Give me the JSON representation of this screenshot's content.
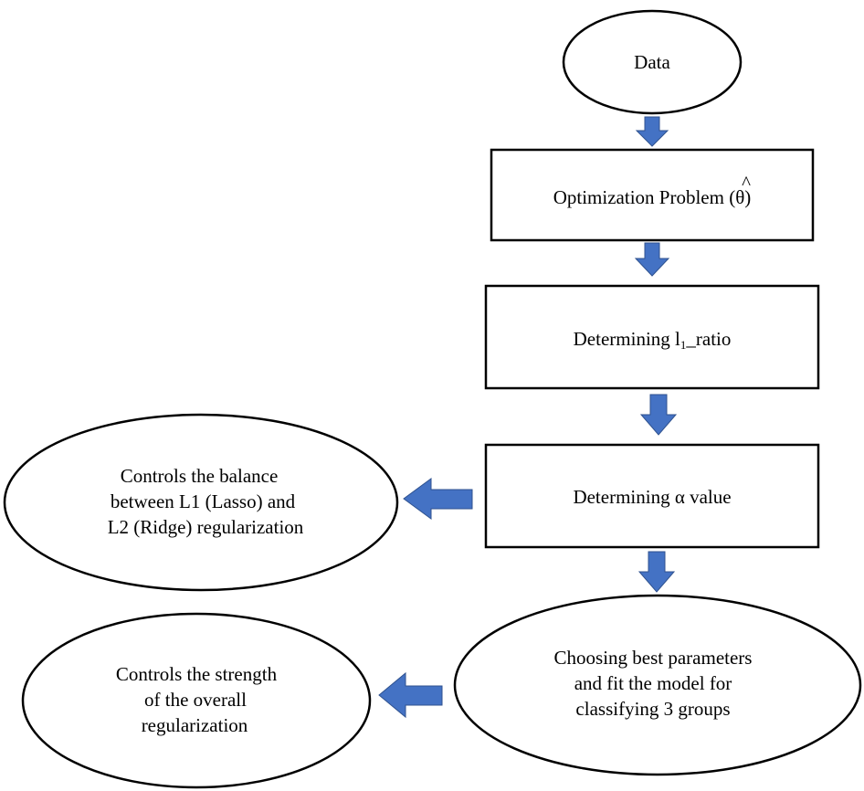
{
  "nodes": {
    "data": {
      "label": "Data"
    },
    "optimization": {
      "label_main": "Optimization Problem (",
      "label_symbol": "θ",
      "label_hat": "^",
      "label_end": ")"
    },
    "l1_ratio": {
      "label_pre": "Determining l",
      "label_sub": "1",
      "label_post": "_ratio"
    },
    "alpha": {
      "label": "Determining α value"
    },
    "choosing": {
      "lines": [
        "Choosing best parameters",
        "and fit the model for",
        "classifying 3 groups"
      ]
    },
    "balance": {
      "lines": [
        "Controls the balance",
        "between L1 (Lasso) and",
        "L2 (Ridge) regularization"
      ]
    },
    "strength": {
      "lines": [
        "Controls the strength",
        "of the overall",
        "regularization"
      ]
    }
  },
  "colors": {
    "arrow_fill": "#4472c4",
    "arrow_stroke": "#2f528f",
    "shape_stroke": "#000000"
  }
}
